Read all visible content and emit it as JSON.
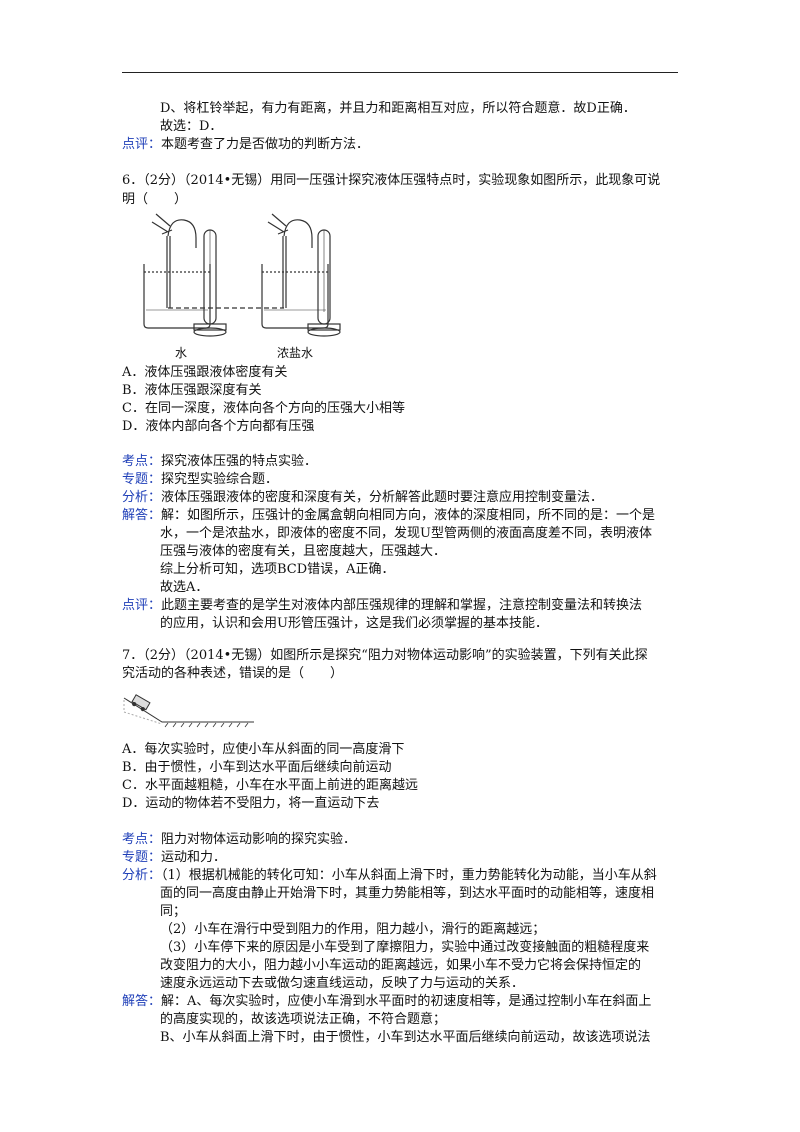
{
  "prev": {
    "d_line": "D、将杠铃举起，有力有距离，并且力和距离相互对应，所以符合题意．故D正确．",
    "ans": "故选：D．",
    "review_label": "点评：",
    "review": "本题考查了力是否做功的判断方法．"
  },
  "q6": {
    "stem1": "6．（2分）（2014•无锡）用同一压强计探究液体压强特点时，实验现象如图所示，此现象可说",
    "stem2": "明（　　）",
    "fig_label_left": "水",
    "fig_label_right": "浓盐水",
    "options": [
      "A．液体压强跟液体密度有关",
      "B．液体压强跟深度有关",
      "C．在同一深度，液体向各个方向的压强大小相等",
      "D．液体内部向各个方向都有压强"
    ],
    "kaodian_label": "考点：",
    "kaodian": "探究液体压强的特点实验．",
    "zhuanti_label": "专题：",
    "zhuanti": "探究型实验综合题．",
    "fenxi_label": "分析：",
    "fenxi": "液体压强跟液体的密度和深度有关，分析解答此题时要注意应用控制变量法．",
    "jieda_label": "解答：",
    "jieda": [
      "解：如图所示，压强计的金属盒朝向相同方向，液体的深度相同，所不同的是：一个是",
      "水，一个是浓盐水，即液体的密度不同，发现U型管两侧的液面高度差不同，表明液体",
      "压强与液体的密度有关，且密度越大，压强越大．",
      "综上分析可知，选项BCD错误，A正确．",
      "故选A．"
    ],
    "dianping_label": "点评：",
    "dianping": [
      "此题主要考查的是学生对液体内部压强规律的理解和掌握，注意控制变量法和转换法",
      "的应用，认识和会用U形管压强计，这是我们必须掌握的基本技能．"
    ]
  },
  "q7": {
    "stem1": "7．（2分）（2014•无锡）如图所示是探究“阻力对物体运动影响”的实验装置，下列有关此探",
    "stem2": "究活动的各种表述，错误的是（　　）",
    "options": [
      "A．每次实验时，应使小车从斜面的同一高度滑下",
      "B．由于惯性，小车到达水平面后继续向前运动",
      "C．水平面越粗糙，小车在水平面上前进的距离越远",
      "D．运动的物体若不受阻力，将一直运动下去"
    ],
    "kaodian_label": "考点：",
    "kaodian": "阻力对物体运动影响的探究实验．",
    "zhuanti_label": "专题：",
    "zhuanti": "运动和力．",
    "fenxi_label": "分析：",
    "fenxi": [
      "（1）根据机械能的转化可知：小车从斜面上滑下时，重力势能转化为动能，当小车从斜",
      "面的同一高度由静止开始滑下时，其重力势能相等，到达水平面时的动能相等，速度相",
      "同；",
      "（2）小车在滑行中受到阻力的作用，阻力越小，滑行的距离越远；",
      "（3）小车停下来的原因是小车受到了摩擦阻力，实验中通过改变接触面的粗糙程度来",
      "改变阻力的大小，阻力越小小车运动的距离越远，如果小车不受力它将会保持恒定的",
      "速度永远运动下去或做匀速直线运动，反映了力与运动的关系．"
    ],
    "jieda_label": "解答：",
    "jieda": [
      "解：A、每次实验时，应使小车滑到水平面时的初速度相等，是通过控制小车在斜面上",
      "的高度实现的，故该选项说法正确，不符合题意；",
      "B、小车从斜面上滑下时，由于惯性，小车到达水平面后继续向前运动，故该选项说法"
    ]
  }
}
